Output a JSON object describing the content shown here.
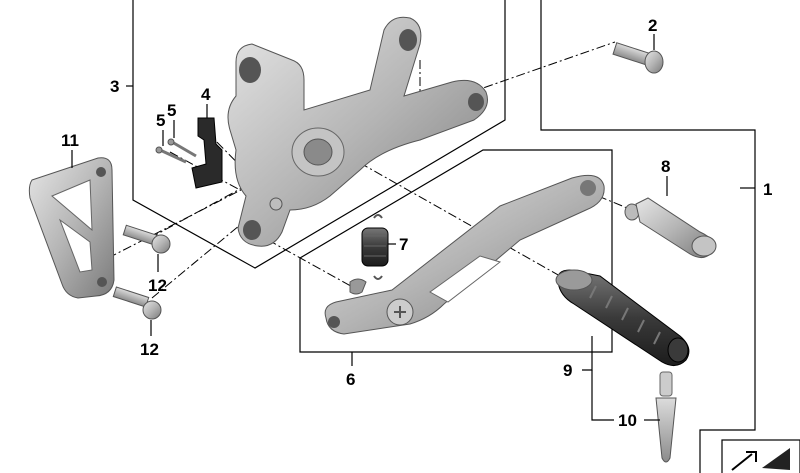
{
  "callouts": {
    "c1": "1",
    "c2": "2",
    "c3": "3",
    "c4": "4",
    "c5a": "5",
    "c5b": "5",
    "c6": "6",
    "c7": "7",
    "c8": "8",
    "c9": "9",
    "c10": "10",
    "c11": "11",
    "c12a": "12",
    "c12b": "12"
  },
  "colors": {
    "metal_light": "#d9d9d9",
    "metal_mid": "#a8a8a8",
    "metal_dark": "#6e6e6e",
    "rubber": "#2b2b2b",
    "line": "#000000"
  }
}
